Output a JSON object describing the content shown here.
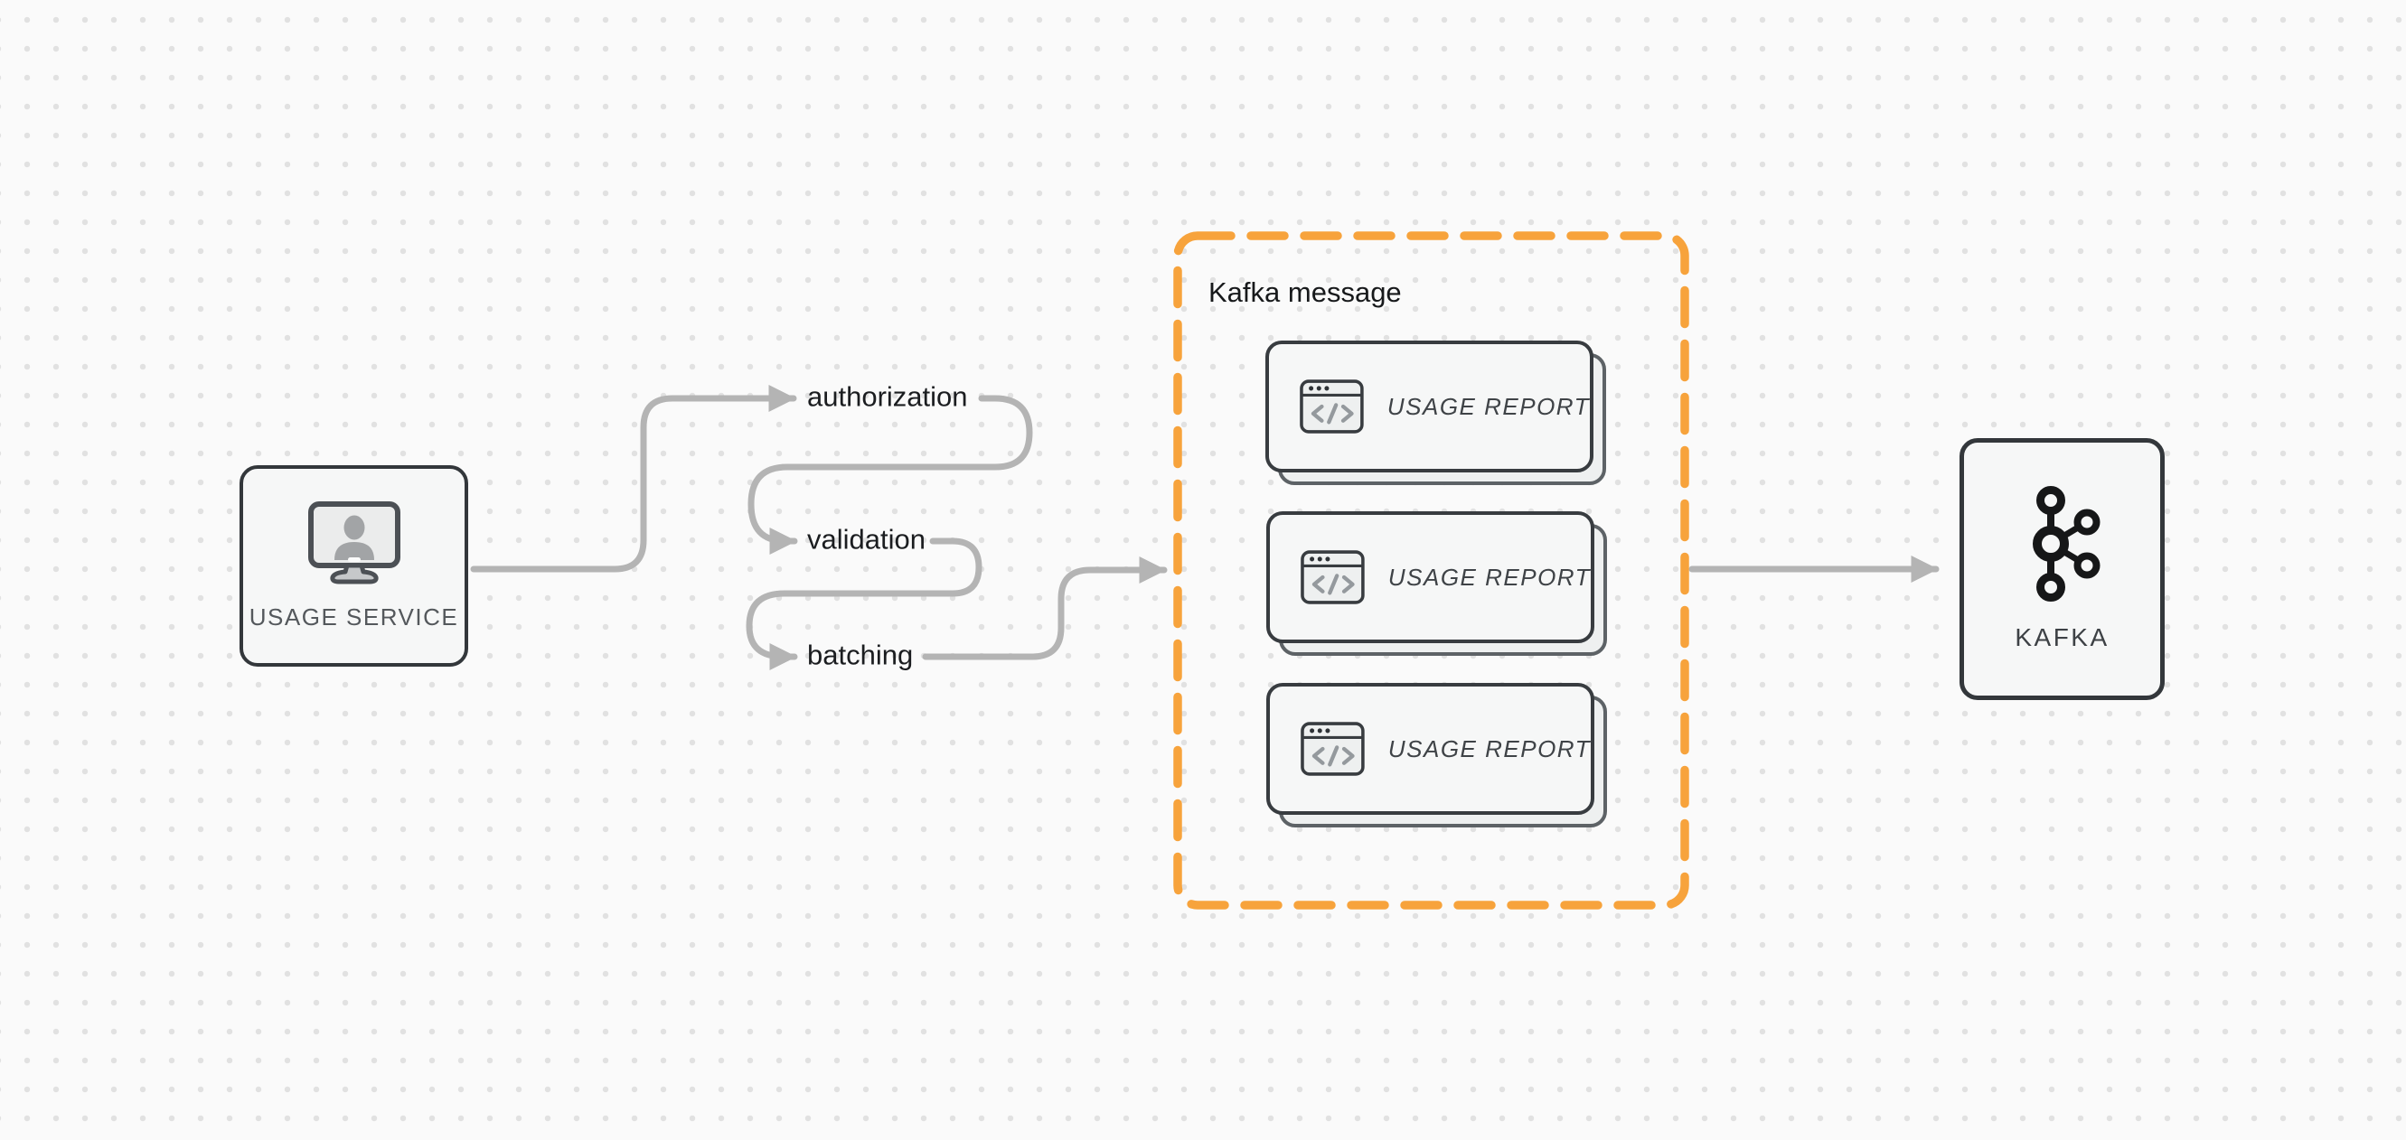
{
  "diagram": {
    "usage_service": {
      "label": "USAGE SERVICE",
      "icon": "monitor-user-icon"
    },
    "steps": [
      {
        "label": "authorization"
      },
      {
        "label": "validation"
      },
      {
        "label": "batching"
      }
    ],
    "kafka_message_group": {
      "title": "Kafka message",
      "reports": [
        {
          "label": "USAGE REPORT",
          "icon": "code-window-icon"
        },
        {
          "label": "USAGE REPORT",
          "icon": "code-window-icon"
        },
        {
          "label": "USAGE REPORT",
          "icon": "code-window-icon"
        }
      ]
    },
    "kafka": {
      "label": "KAFKA",
      "icon": "kafka-logo-icon"
    },
    "colors": {
      "background": "#fafafa",
      "dot_grid": "#e1e1e1",
      "arrow": "#b4b4b4",
      "group_border_orange": "#f7a33c",
      "node_border": "#33373b",
      "node_fill": "#f6f7f7",
      "text_dark": "#1b1d20"
    }
  }
}
